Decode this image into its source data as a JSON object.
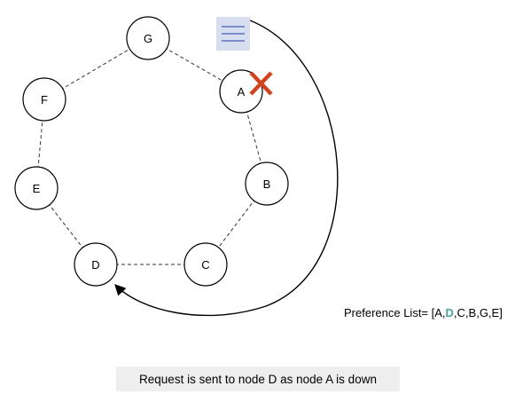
{
  "nodes": [
    {
      "id": "G",
      "label": "G"
    },
    {
      "id": "A",
      "label": "A"
    },
    {
      "id": "B",
      "label": "B"
    },
    {
      "id": "C",
      "label": "C"
    },
    {
      "id": "D",
      "label": "D"
    },
    {
      "id": "E",
      "label": "E"
    },
    {
      "id": "F",
      "label": "F"
    }
  ],
  "down_node": "A",
  "preference_list": {
    "prefix": "Preference List= [A,",
    "highlight": "D",
    "suffix": ",C,B,G,E]"
  },
  "caption": "Request is sent to node D as node A is down",
  "colors": {
    "request_box": "#d7deef",
    "request_lines": "#4a5bb0",
    "cross": "#d0431f",
    "highlight": "#4aa39a"
  },
  "icons": [
    "request-icon",
    "down-cross-icon"
  ]
}
